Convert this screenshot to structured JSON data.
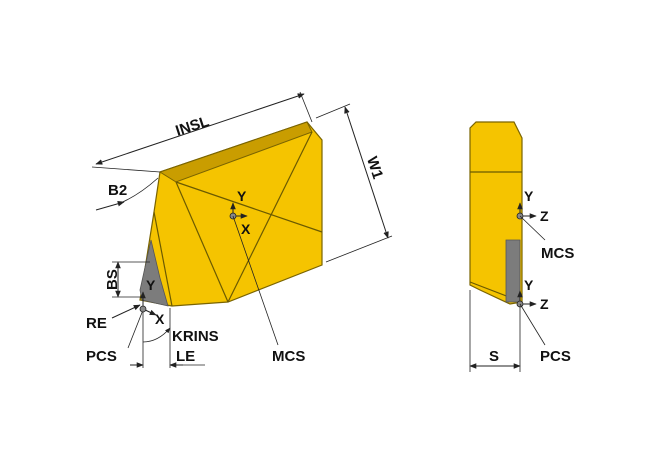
{
  "colors": {
    "insert_fill": "#f5c400",
    "insert_edge": "#7a6400",
    "insert_dark": "#c99d00",
    "gray_land": "#7c7c7c",
    "line": "#222222",
    "point": "#888888"
  },
  "labels": {
    "insl": "INSL",
    "w1": "W1",
    "b2": "B2",
    "bs": "BS",
    "re": "RE",
    "pcs_left": "PCS",
    "krins": "KRINS",
    "le": "LE",
    "mcs_left": "MCS",
    "s": "S",
    "mcs_right": "MCS",
    "pcs_right": "PCS"
  },
  "axes": {
    "left_mcs_y": "Y",
    "left_mcs_x": "X",
    "left_pcs_y": "Y",
    "left_pcs_x": "X",
    "right_mcs_y": "Y",
    "right_mcs_z": "Z",
    "right_pcs_y": "Y",
    "right_pcs_z": "Z"
  }
}
